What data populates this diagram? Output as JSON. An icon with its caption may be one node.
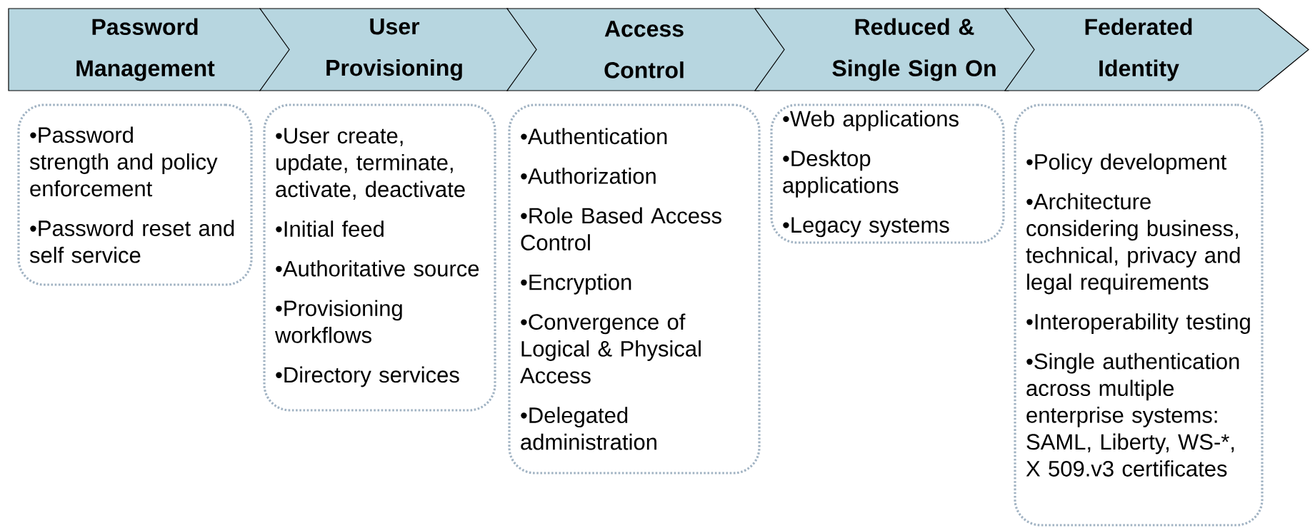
{
  "diagram": {
    "nodes": [
      {
        "text": [
          "Password Management"
        ]
      },
      {
        "text": [
          "User Provisioning"
        ]
      },
      {
        "text": [
          "Access Control"
        ]
      },
      {
        "text": [
          "Reduced & Single Sign On"
        ]
      },
      {
        "text": [
          "Federated Identity"
        ]
      },
      {
        "text": [
          "•Password strength and policy enforcement",
          "•Password reset and self service"
        ]
      },
      {
        "text": [
          "•User create, update, terminate, activate, deactivate",
          "•Initial feed",
          "•Authoritative source",
          "•Provisioning workflows",
          "•Directory services"
        ]
      },
      {
        "text": [
          "•Authentication",
          "•Authorization",
          "•Role Based Access Control",
          "•Encryption",
          "•Convergence of Logical & Physical Access",
          "•Delegated administration"
        ]
      },
      {
        "text": [
          "•Web applications",
          "•Desktop applications",
          "•Legacy systems"
        ]
      },
      {
        "text": [
          "•Policy development",
          "•Architecture considering business, technical, privacy and legal requirements",
          "•Interoperability testing",
          "•Single authentication across multiple enterprise systems: SAML, Liberty, WS-*, X 509.v3 certificates"
        ]
      }
    ]
  }
}
